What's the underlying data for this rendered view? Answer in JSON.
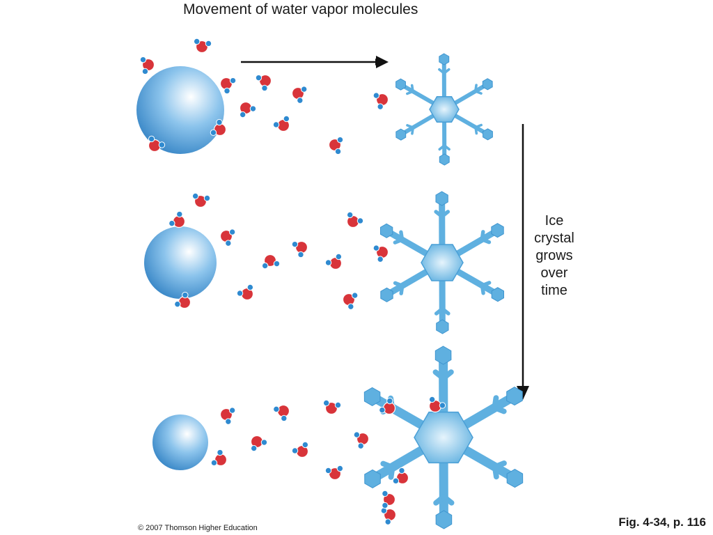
{
  "title": "Movement of water vapor molecules",
  "side_label": [
    "Ice",
    "crystal",
    "grows",
    "over",
    "time"
  ],
  "copyright": "© 2007 Thomson Higher Education",
  "figure_ref": "Fig. 4-34, p. 116",
  "colors": {
    "droplet": "#5aa0d8",
    "ice": "#5fb0e0",
    "oxygen": "#d8343a",
    "hydrogen": "#2f8ad0",
    "arrow": "#111111"
  }
}
